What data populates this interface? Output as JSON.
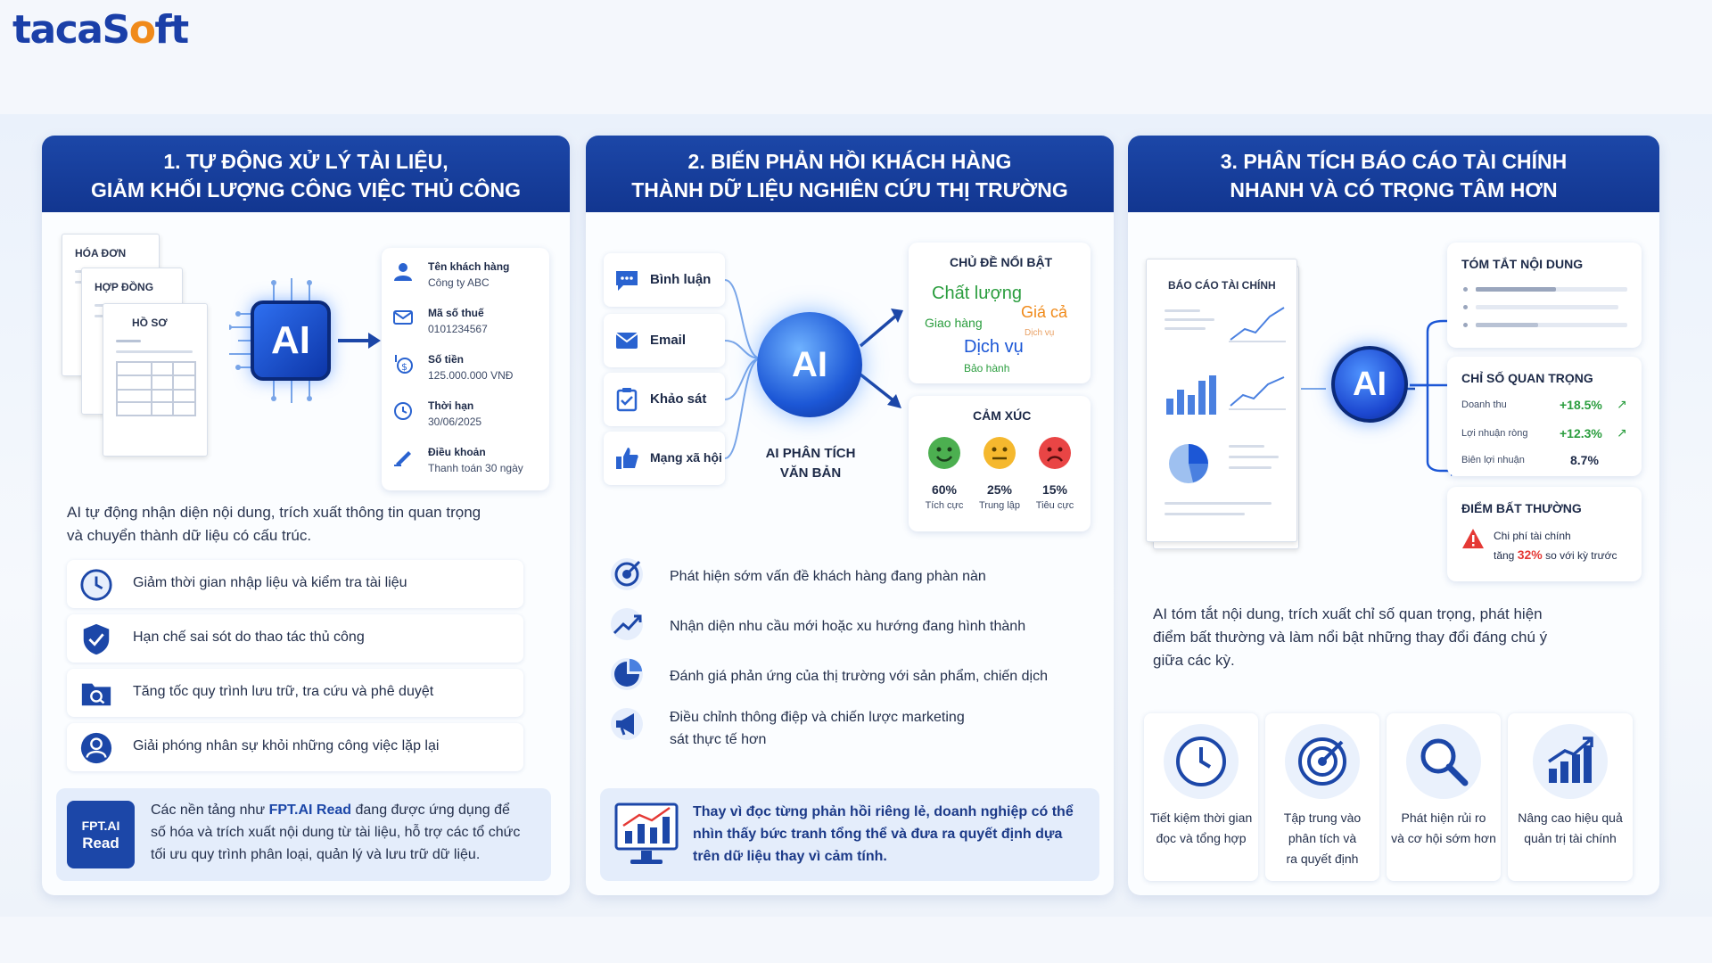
{
  "brand": {
    "logo_pre": "tacaS",
    "logo_o": "o",
    "logo_post": "ft"
  },
  "panel1": {
    "title_line1": "1. TỰ ĐỘNG XỬ LÝ TÀI LIỆU,",
    "title_line2": "GIẢM KHỐI LƯỢNG CÔNG VIỆC THỦ CÔNG",
    "docs": [
      "HÓA ĐƠN",
      "HỢP ĐỒNG",
      "HỒ SƠ"
    ],
    "ai_label": "AI",
    "fields": [
      {
        "key": "Tên khách hàng",
        "value": "Công ty ABC",
        "icon": "person-icon"
      },
      {
        "key": "Mã số thuế",
        "value": "0101234567",
        "icon": "mail-icon"
      },
      {
        "key": "Số tiền",
        "value": "125.000.000 VNĐ",
        "icon": "money-icon"
      },
      {
        "key": "Thời hạn",
        "value": "30/06/2025",
        "icon": "clock-icon"
      },
      {
        "key": "Điều khoản",
        "value": "Thanh toán 30 ngày",
        "icon": "sign-icon"
      }
    ],
    "desc_line1": "AI tự động nhận diện nội dung, trích xuất thông tin quan trọng",
    "desc_line2": "và chuyển thành dữ liệu có cấu trúc.",
    "benefits": [
      "Giảm thời gian nhập liệu và kiểm tra tài liệu",
      "Hạn chế sai sót do thao tác thủ công",
      "Tăng tốc quy trình lưu trữ, tra cứu và phê duyệt",
      "Giải phóng nhân sự khỏi những công việc lặp lại"
    ],
    "fpt_logo_top": "FPT.AI",
    "fpt_logo_bottom": "Read",
    "note_pre": "Các nền tảng như ",
    "note_bold": "FPT.AI Read",
    "note_post": " đang được ứng dụng để",
    "note_line2": "số hóa và trích xuất nội dung từ tài liệu, hỗ trợ các tổ chức",
    "note_line3": "tối ưu quy trình phân loại, quản lý và lưu trữ dữ liệu."
  },
  "panel2": {
    "title_line1": "2. BIẾN PHẢN HỒI KHÁCH HÀNG",
    "title_line2": "THÀNH DỮ LIỆU NGHIÊN CỨU THỊ TRƯỜNG",
    "channels": [
      "Bình luận",
      "Email",
      "Khảo sát",
      "Mạng xã hội"
    ],
    "ai_label": "AI",
    "ai_caption_line1": "AI PHÂN TÍCH",
    "ai_caption_line2": "VĂN BẢN",
    "topics_title": "CHỦ ĐỀ NỔI BẬT",
    "topics": {
      "t1": "Chất lượng",
      "t2": "Giá cả",
      "t3": "Giao hàng",
      "t4": "Dịch vụ",
      "t5": "Dịch vụ",
      "t6": "Bảo hành"
    },
    "sentiment_title": "CẢM XÚC",
    "sentiments": [
      {
        "pct": "60%",
        "label": "Tích cực",
        "color": "#4caf50"
      },
      {
        "pct": "25%",
        "label": "Trung lập",
        "color": "#f5b82e"
      },
      {
        "pct": "15%",
        "label": "Tiêu cực",
        "color": "#e94545"
      }
    ],
    "insights": [
      {
        "l1": "Phát hiện sớm vấn đề khách hàng đang phàn nàn",
        "l2": ""
      },
      {
        "l1": "Nhận diện nhu cầu mới hoặc xu hướng đang hình thành",
        "l2": ""
      },
      {
        "l1": "Đánh giá phản ứng của thị trường với sản phẩm, chiến dịch",
        "l2": ""
      },
      {
        "l1": "Điều chỉnh thông điệp và chiến lược marketing",
        "l2": "sát thực tế hơn"
      }
    ],
    "note_line1": "Thay vì đọc từng phản hồi riêng lẻ, doanh nghiệp có thể",
    "note_line2": "nhìn thấy bức tranh tổng thể và đưa ra quyết định dựa",
    "note_line3": "trên dữ liệu thay vì cảm tính."
  },
  "panel3": {
    "title_line1": "3. PHÂN TÍCH BÁO CÁO TÀI CHÍNH",
    "title_line2": "NHANH VÀ CÓ TRỌNG TÂM HƠN",
    "report_title": "BÁO CÁO TÀI CHÍNH",
    "ai_label": "AI",
    "summary_title": "TÓM TẮT NỘI DUNG",
    "kpi_title": "CHỈ SỐ QUAN TRỌNG",
    "kpis": [
      {
        "name": "Doanh thu",
        "value": "+18.5%",
        "arrow": "↗"
      },
      {
        "name": "Lợi nhuận ròng",
        "value": "+12.3%",
        "arrow": "↗"
      },
      {
        "name": "Biên lợi nhuận",
        "value": "8.7%",
        "arrow": ""
      }
    ],
    "anomaly_title": "ĐIỂM BẤT THƯỜNG",
    "anomaly_line1": "Chi phí tài chính",
    "anomaly_pre": "tăng ",
    "anomaly_pct": "32%",
    "anomaly_post": " so với kỳ trước",
    "desc_line1": "AI tóm tắt nội dung, trích xuất chỉ số quan trọng, phát hiện",
    "desc_line2": "điểm bất thường và làm nổi bật những thay đổi đáng chú ý",
    "desc_line3": "giữa các kỳ.",
    "benefits": [
      {
        "l1": "Tiết kiệm thời gian",
        "l2": "đọc và tổng hợp",
        "l3": ""
      },
      {
        "l1": "Tập trung vào",
        "l2": "phân tích và",
        "l3": "ra quyết định"
      },
      {
        "l1": "Phát hiện rủi ro",
        "l2": "và cơ hội sớm hơn",
        "l3": ""
      },
      {
        "l1": "Nâng cao hiệu quả",
        "l2": "quản trị tài chính",
        "l3": ""
      }
    ]
  },
  "colors": {
    "primary": "#1c47a8",
    "accent": "#f08a1a",
    "green": "#2a9d3e",
    "red": "#e53935"
  }
}
